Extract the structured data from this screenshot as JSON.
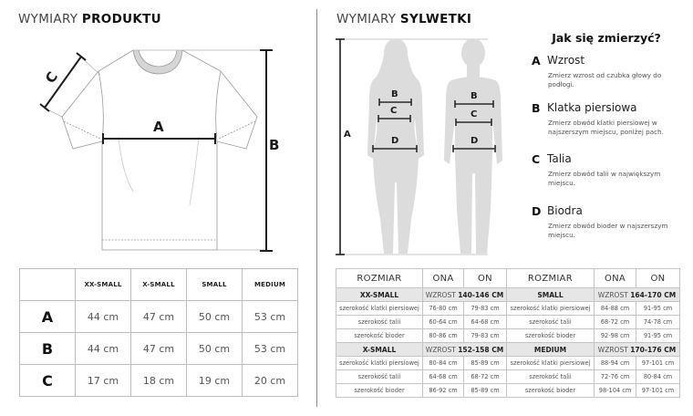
{
  "product_section": {
    "title_light": "WYMIARY ",
    "title_bold": "PRODUKTU",
    "diagram_labels": {
      "a": "A",
      "b": "B",
      "c": "C"
    },
    "table": {
      "headers": [
        "",
        "XX-SMALL",
        "X-SMALL",
        "SMALL",
        "MEDIUM"
      ],
      "rows": [
        {
          "label": "A",
          "values": [
            "44 cm",
            "47 cm",
            "50 cm",
            "53 cm"
          ]
        },
        {
          "label": "B",
          "values": [
            "44 cm",
            "47 cm",
            "50 cm",
            "53 cm"
          ]
        },
        {
          "label": "C",
          "values": [
            "17 cm",
            "18 cm",
            "19 cm",
            "20 cm"
          ]
        }
      ]
    }
  },
  "body_section": {
    "title_light": "WYMIARY ",
    "title_bold": "SYLWETKI",
    "diagram_labels": {
      "a": "A",
      "b": "B",
      "c": "C",
      "d": "D"
    },
    "howto": {
      "title": "Jak się zmierzyć?",
      "steps": [
        {
          "letter": "A",
          "name": "Wzrost",
          "desc": "Zmierz wzrost od czubka głowy do podłogi."
        },
        {
          "letter": "B",
          "name": "Klatka piersiowa",
          "desc": "Zmierz obwód klatki piersiowej w najszerszym miejscu, poniżej pach."
        },
        {
          "letter": "C",
          "name": "Talia",
          "desc": "Zmierz obwód talii w największym miejscu."
        },
        {
          "letter": "D",
          "name": "Biodra",
          "desc": "Zmierz obwód bioder w najszerszym miejscu."
        }
      ]
    },
    "size_table": {
      "headers": [
        "ROZMIAR",
        "ONA",
        "ON",
        "ROZMIAR",
        "ONA",
        "ON"
      ],
      "height_label": "WZROST ",
      "groups": [
        {
          "left": {
            "size": "XX-SMALL",
            "height": "140-146 CM"
          },
          "right": {
            "size": "SMALL",
            "height": "164-170 CM"
          },
          "rows": [
            {
              "label": "szerokość klatki piersiowej",
              "left": [
                "76-80 cm",
                "79-83 cm"
              ],
              "right": [
                "84-88 cm",
                "91-95 cm"
              ]
            },
            {
              "label": "szerokość talii",
              "left": [
                "60-64 cm",
                "64-68 cm"
              ],
              "right": [
                "68-72 cm",
                "74-78 cm"
              ]
            },
            {
              "label": "szerokość bioder",
              "left": [
                "80-86 cm",
                "79-83 cm"
              ],
              "right": [
                "92-98 cm",
                "91-95 cm"
              ]
            }
          ]
        },
        {
          "left": {
            "size": "X-SMALL",
            "height": "152-158 CM"
          },
          "right": {
            "size": "MEDIUM",
            "height": "170-176 CM"
          },
          "rows": [
            {
              "label": "szerokość klatki piersiowej",
              "left": [
                "80-84 cm",
                "85-89 cm"
              ],
              "right": [
                "88-94 cm",
                "97-101 cm"
              ]
            },
            {
              "label": "szerokość talii",
              "left": [
                "64-68 cm",
                "68-72 cm"
              ],
              "right": [
                "72-76 cm",
                "80-84 cm"
              ]
            },
            {
              "label": "szerokość bioder",
              "left": [
                "86-92 cm",
                "85-89 cm"
              ],
              "right": [
                "98-104 cm",
                "97-101 cm"
              ]
            }
          ]
        }
      ]
    }
  },
  "colors": {
    "silhouette": "#dcdcdc",
    "line": "#222222",
    "band": "#e6e6e6",
    "border": "#c4c4c4"
  }
}
